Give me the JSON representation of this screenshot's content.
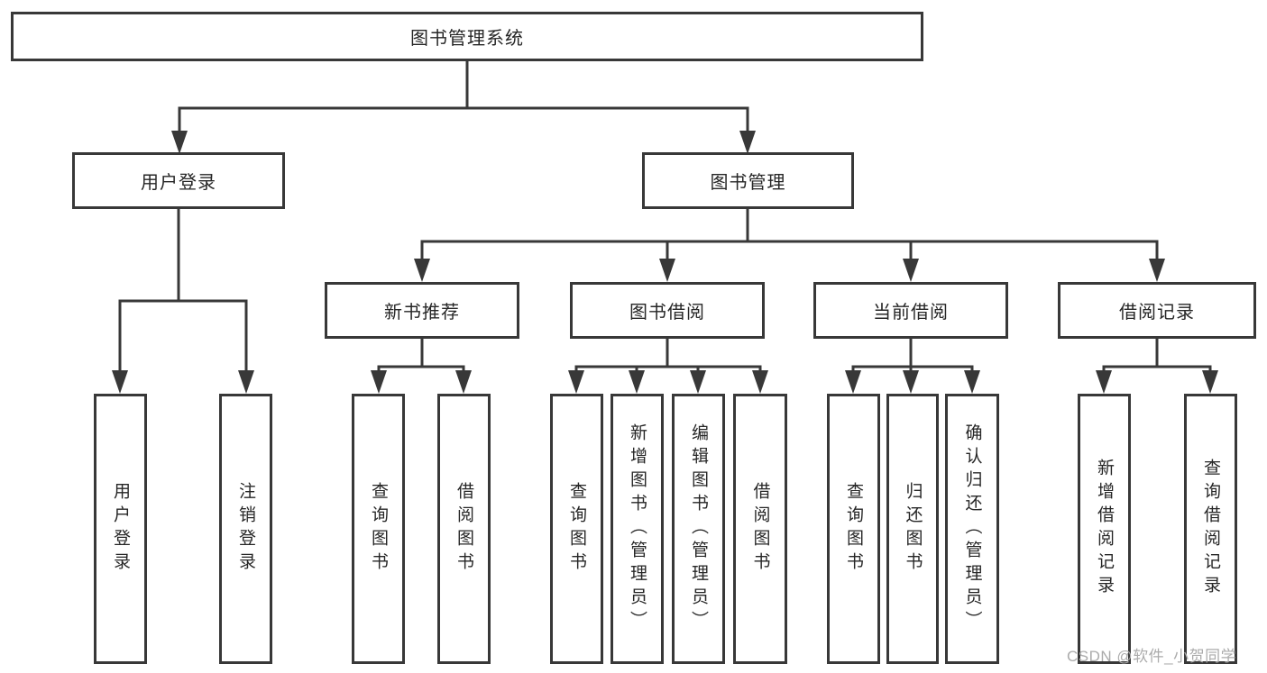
{
  "tree": {
    "label": "图书管理系统",
    "children": [
      {
        "label": "用户登录",
        "children": [
          {
            "label": "用户登录"
          },
          {
            "label": "注销登录"
          }
        ]
      },
      {
        "label": "图书管理",
        "children": [
          {
            "label": "新书推荐",
            "children": [
              {
                "label": "查询图书"
              },
              {
                "label": "借阅图书"
              }
            ]
          },
          {
            "label": "图书借阅",
            "children": [
              {
                "label": "查询图书"
              },
              {
                "label": "新增图书（管理员）"
              },
              {
                "label": "编辑图书（管理员）"
              },
              {
                "label": "借阅图书"
              }
            ]
          },
          {
            "label": "当前借阅",
            "children": [
              {
                "label": "查询图书"
              },
              {
                "label": "归还图书"
              },
              {
                "label": "确认归还（管理员）"
              }
            ]
          },
          {
            "label": "借阅记录",
            "children": [
              {
                "label": "新增借阅记录"
              },
              {
                "label": "查询借阅记录"
              }
            ]
          }
        ]
      }
    ]
  },
  "watermark": {
    "text": "CSDN @软件_小贺同学"
  },
  "colors": {
    "line": "#383838",
    "text": "#262626",
    "background": "#ffffff",
    "watermark": "#ababab"
  }
}
